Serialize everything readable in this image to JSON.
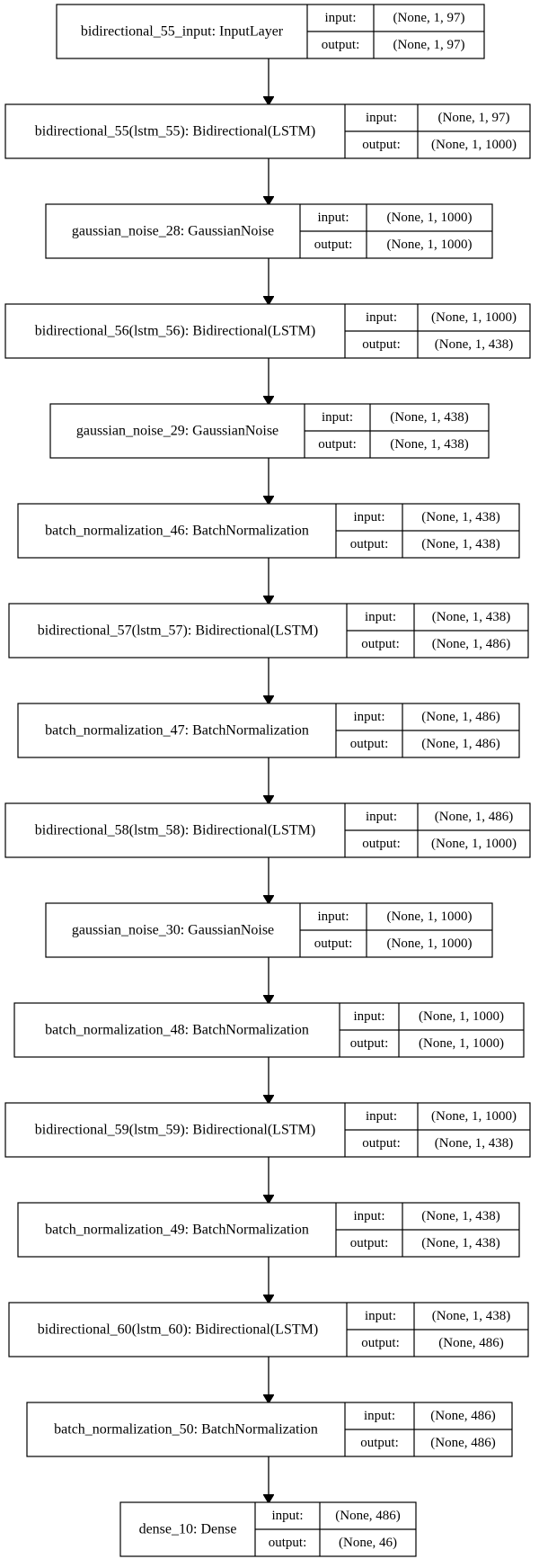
{
  "layers": [
    {
      "name": "bidirectional_55_input: InputLayer",
      "in_label": "input:",
      "in_shape": "(None, 1, 97)",
      "out_label": "output:",
      "out_shape": "(None, 1, 97)"
    },
    {
      "name": "bidirectional_55(lstm_55): Bidirectional(LSTM)",
      "in_label": "input:",
      "in_shape": "(None, 1, 97)",
      "out_label": "output:",
      "out_shape": "(None, 1, 1000)"
    },
    {
      "name": "gaussian_noise_28: GaussianNoise",
      "in_label": "input:",
      "in_shape": "(None, 1, 1000)",
      "out_label": "output:",
      "out_shape": "(None, 1, 1000)"
    },
    {
      "name": "bidirectional_56(lstm_56): Bidirectional(LSTM)",
      "in_label": "input:",
      "in_shape": "(None, 1, 1000)",
      "out_label": "output:",
      "out_shape": "(None, 1, 438)"
    },
    {
      "name": "gaussian_noise_29: GaussianNoise",
      "in_label": "input:",
      "in_shape": "(None, 1, 438)",
      "out_label": "output:",
      "out_shape": "(None, 1, 438)"
    },
    {
      "name": "batch_normalization_46: BatchNormalization",
      "in_label": "input:",
      "in_shape": "(None, 1, 438)",
      "out_label": "output:",
      "out_shape": "(None, 1, 438)"
    },
    {
      "name": "bidirectional_57(lstm_57): Bidirectional(LSTM)",
      "in_label": "input:",
      "in_shape": "(None, 1, 438)",
      "out_label": "output:",
      "out_shape": "(None, 1, 486)"
    },
    {
      "name": "batch_normalization_47: BatchNormalization",
      "in_label": "input:",
      "in_shape": "(None, 1, 486)",
      "out_label": "output:",
      "out_shape": "(None, 1, 486)"
    },
    {
      "name": "bidirectional_58(lstm_58): Bidirectional(LSTM)",
      "in_label": "input:",
      "in_shape": "(None, 1, 486)",
      "out_label": "output:",
      "out_shape": "(None, 1, 1000)"
    },
    {
      "name": "gaussian_noise_30: GaussianNoise",
      "in_label": "input:",
      "in_shape": "(None, 1, 1000)",
      "out_label": "output:",
      "out_shape": "(None, 1, 1000)"
    },
    {
      "name": "batch_normalization_48: BatchNormalization",
      "in_label": "input:",
      "in_shape": "(None, 1, 1000)",
      "out_label": "output:",
      "out_shape": "(None, 1, 1000)"
    },
    {
      "name": "bidirectional_59(lstm_59): Bidirectional(LSTM)",
      "in_label": "input:",
      "in_shape": "(None, 1, 1000)",
      "out_label": "output:",
      "out_shape": "(None, 1, 438)"
    },
    {
      "name": "batch_normalization_49: BatchNormalization",
      "in_label": "input:",
      "in_shape": "(None, 1, 438)",
      "out_label": "output:",
      "out_shape": "(None, 1, 438)"
    },
    {
      "name": "bidirectional_60(lstm_60): Bidirectional(LSTM)",
      "in_label": "input:",
      "in_shape": "(None, 1, 438)",
      "out_label": "output:",
      "out_shape": "(None, 486)"
    },
    {
      "name": "batch_normalization_50: BatchNormalization",
      "in_label": "input:",
      "in_shape": "(None, 486)",
      "out_label": "output:",
      "out_shape": "(None, 486)"
    },
    {
      "name": "dense_10: Dense",
      "in_label": "input:",
      "in_shape": "(None, 486)",
      "out_label": "output:",
      "out_shape": "(None, 46)"
    }
  ]
}
